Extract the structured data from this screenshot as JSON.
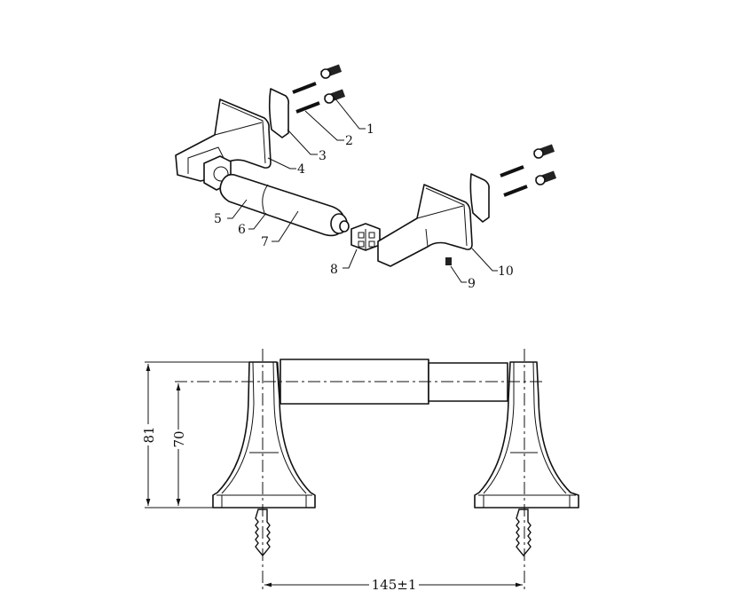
{
  "parts": [
    "1",
    "2",
    "3",
    "4",
    "5",
    "6",
    "7",
    "8",
    "9",
    "10"
  ],
  "dimensions": {
    "overall_height": "81",
    "axis_height": "70",
    "mount_spacing": "145±1"
  }
}
